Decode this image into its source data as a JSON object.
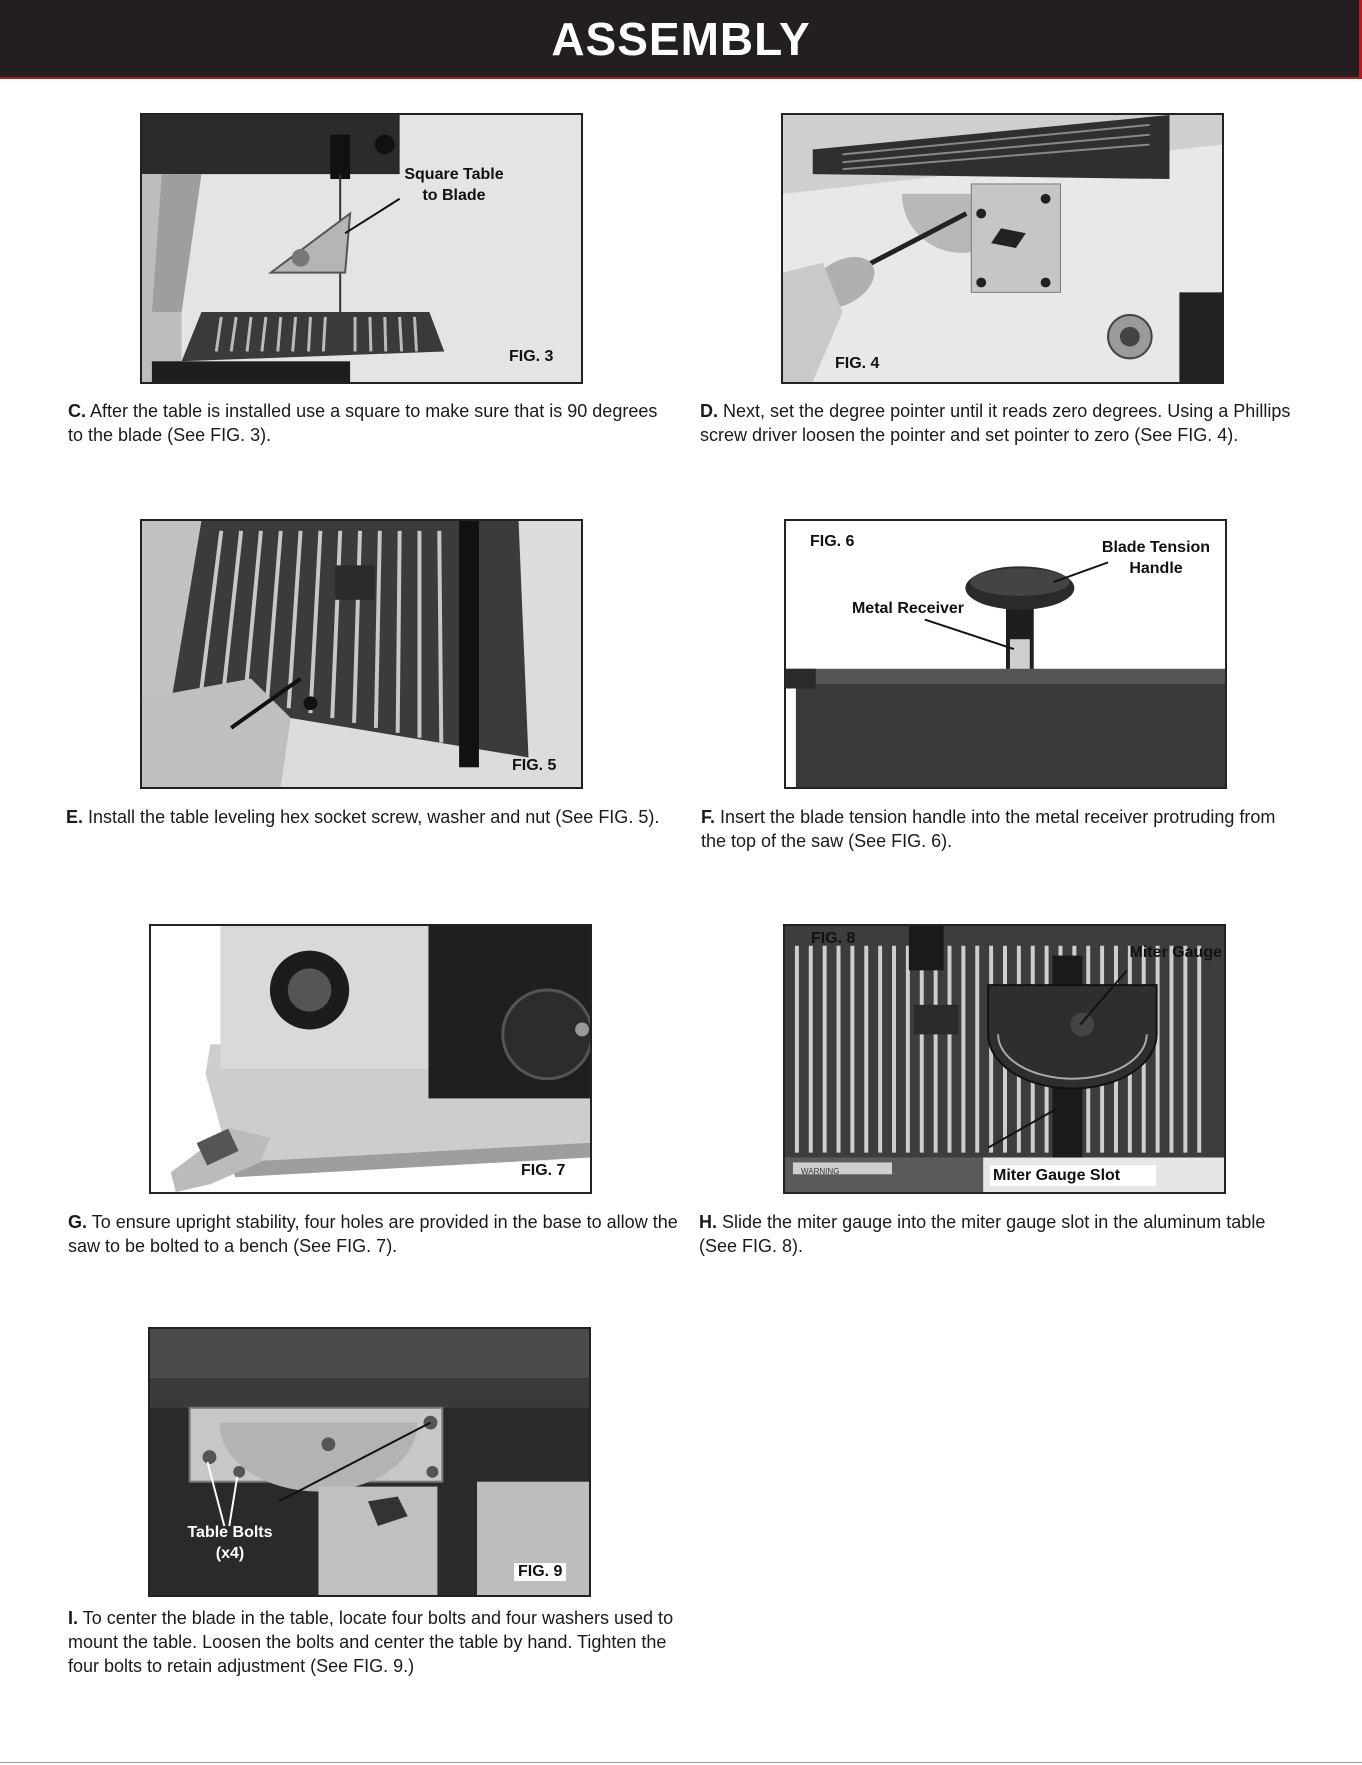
{
  "header": {
    "title": "ASSEMBLY"
  },
  "colors": {
    "header_bg": "#231f20",
    "accent": "#b01c22"
  },
  "figures": {
    "fig3": {
      "label": "FIG. 3",
      "callout": "Square Table\nto Blade"
    },
    "fig4": {
      "label": "FIG. 4"
    },
    "fig5": {
      "label": "FIG. 5"
    },
    "fig6": {
      "label": "FIG. 6",
      "callout_handle": "Blade Tension\nHandle",
      "callout_receiver": "Metal Receiver"
    },
    "fig7": {
      "label": "FIG. 7"
    },
    "fig8": {
      "label": "FIG. 8",
      "callout_gauge": "Miter Gauge",
      "callout_slot": "Miter Gauge Slot",
      "warning_text": "WARNING"
    },
    "fig9": {
      "label": "FIG. 9",
      "callout_bolts": "Table Bolts\n(x4)"
    }
  },
  "steps": {
    "c": {
      "letter": "C.",
      "text": "After the table is installed use a square to make sure that is 90 degrees to the blade (See FIG. 3)."
    },
    "d": {
      "letter": "D.",
      "text": "Next, set the degree pointer until it reads zero degrees. Using a Phillips screw driver loosen the pointer and set pointer to zero (See FIG. 4)."
    },
    "e": {
      "letter": "E.",
      "text": "Install the table leveling hex socket screw, washer and nut (See FIG. 5)."
    },
    "f": {
      "letter": "F.",
      "text": "Insert the blade tension handle into the metal receiver protruding from the top of the saw (See FIG. 6)."
    },
    "g": {
      "letter": "G.",
      "text": "To ensure upright stability, four holes are provided in the base to allow the saw to be bolted to a bench (See FIG. 7)."
    },
    "h": {
      "letter": "H.",
      "text": "Slide the miter gauge into the miter gauge slot in the aluminum table (See FIG. 8)."
    },
    "i": {
      "letter": "I.",
      "text": "To center the blade in the table, locate four bolts and four washers used to mount the table. Loosen the bolts and center the table by hand. Tighten the four bolts to retain adjustment (See FIG. 9.)"
    }
  }
}
